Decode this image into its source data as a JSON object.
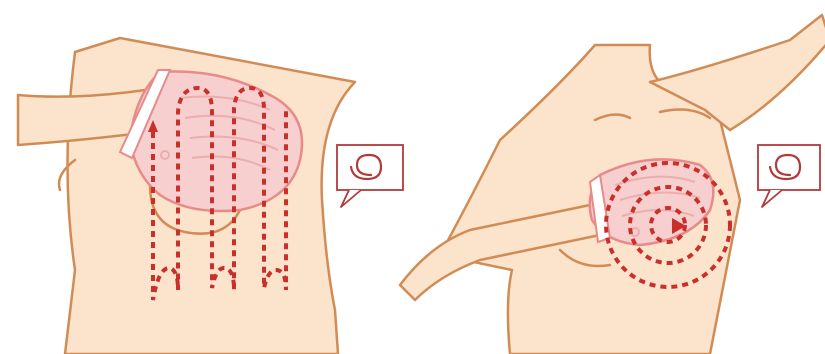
{
  "panels": [
    {
      "id": "left",
      "pattern": "vertical-strip",
      "direction_marker": "arrow-up"
    },
    {
      "id": "right",
      "pattern": "concentric-circles",
      "direction_marker": "arrow-right"
    }
  ],
  "icons": [
    "swirl-speech-bubble-icon",
    "swirl-speech-bubble-icon"
  ],
  "colors": {
    "skin": "#fbe3cc",
    "outline": "#d18c55",
    "mitt_fill": "#f7cfcf",
    "mitt_edge": "#e88a8a",
    "path_dash": "#c9302c",
    "bubble": "#b23a3a",
    "background": "#ffffff"
  }
}
